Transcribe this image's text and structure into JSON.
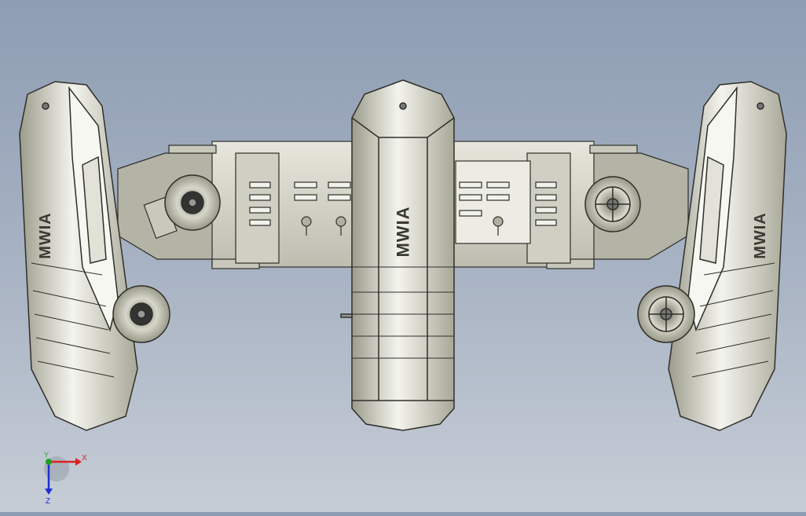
{
  "model": {
    "emboss_text": "MWIA",
    "body_color": "#d8d8ce",
    "shade_color": "#a3a393",
    "edge_color": "#2f2f2a"
  },
  "triad": {
    "x_label": "X",
    "y_label": "Y",
    "z_label": "Z",
    "x_color": "#e02020",
    "y_color": "#20a020",
    "z_color": "#2030d0"
  }
}
